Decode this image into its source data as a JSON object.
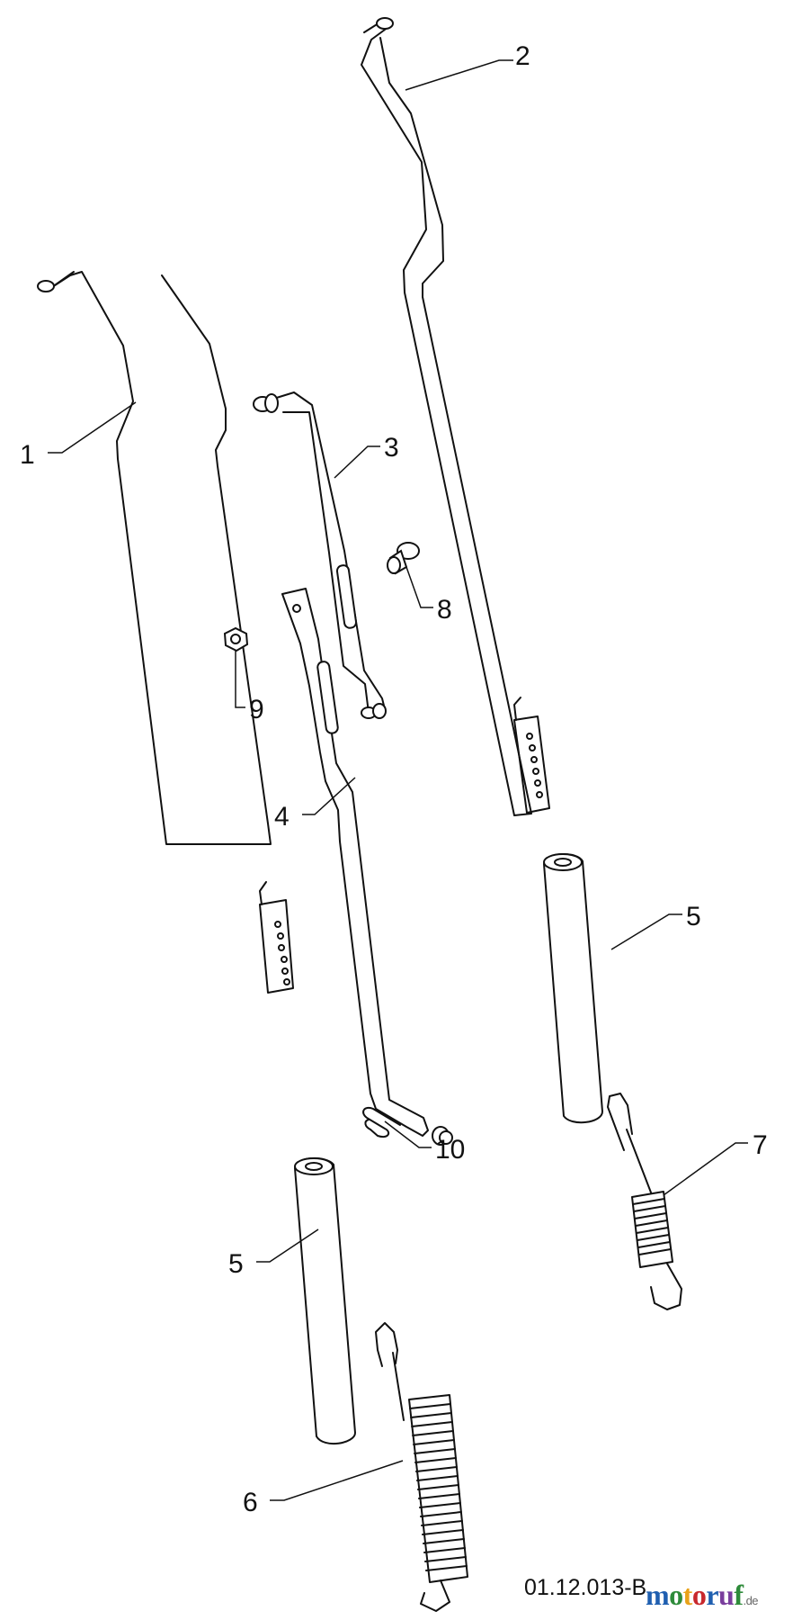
{
  "diagram": {
    "callouts": {
      "c1": "1",
      "c2": "2",
      "c3": "3",
      "c4": "4",
      "c5a": "5",
      "c5b": "5",
      "c6": "6",
      "c7": "7",
      "c8": "8",
      "c9": "9",
      "c10": "10"
    },
    "drawing_code": "01.12.013-B"
  },
  "logo": {
    "text": "motoruf",
    "suffix": ".de",
    "colors": [
      "#1f5fb0",
      "#2e8b3a",
      "#e8a21a",
      "#c8282d",
      "#1f5fb0",
      "#7a3e9d",
      "#2e8b3a"
    ]
  }
}
